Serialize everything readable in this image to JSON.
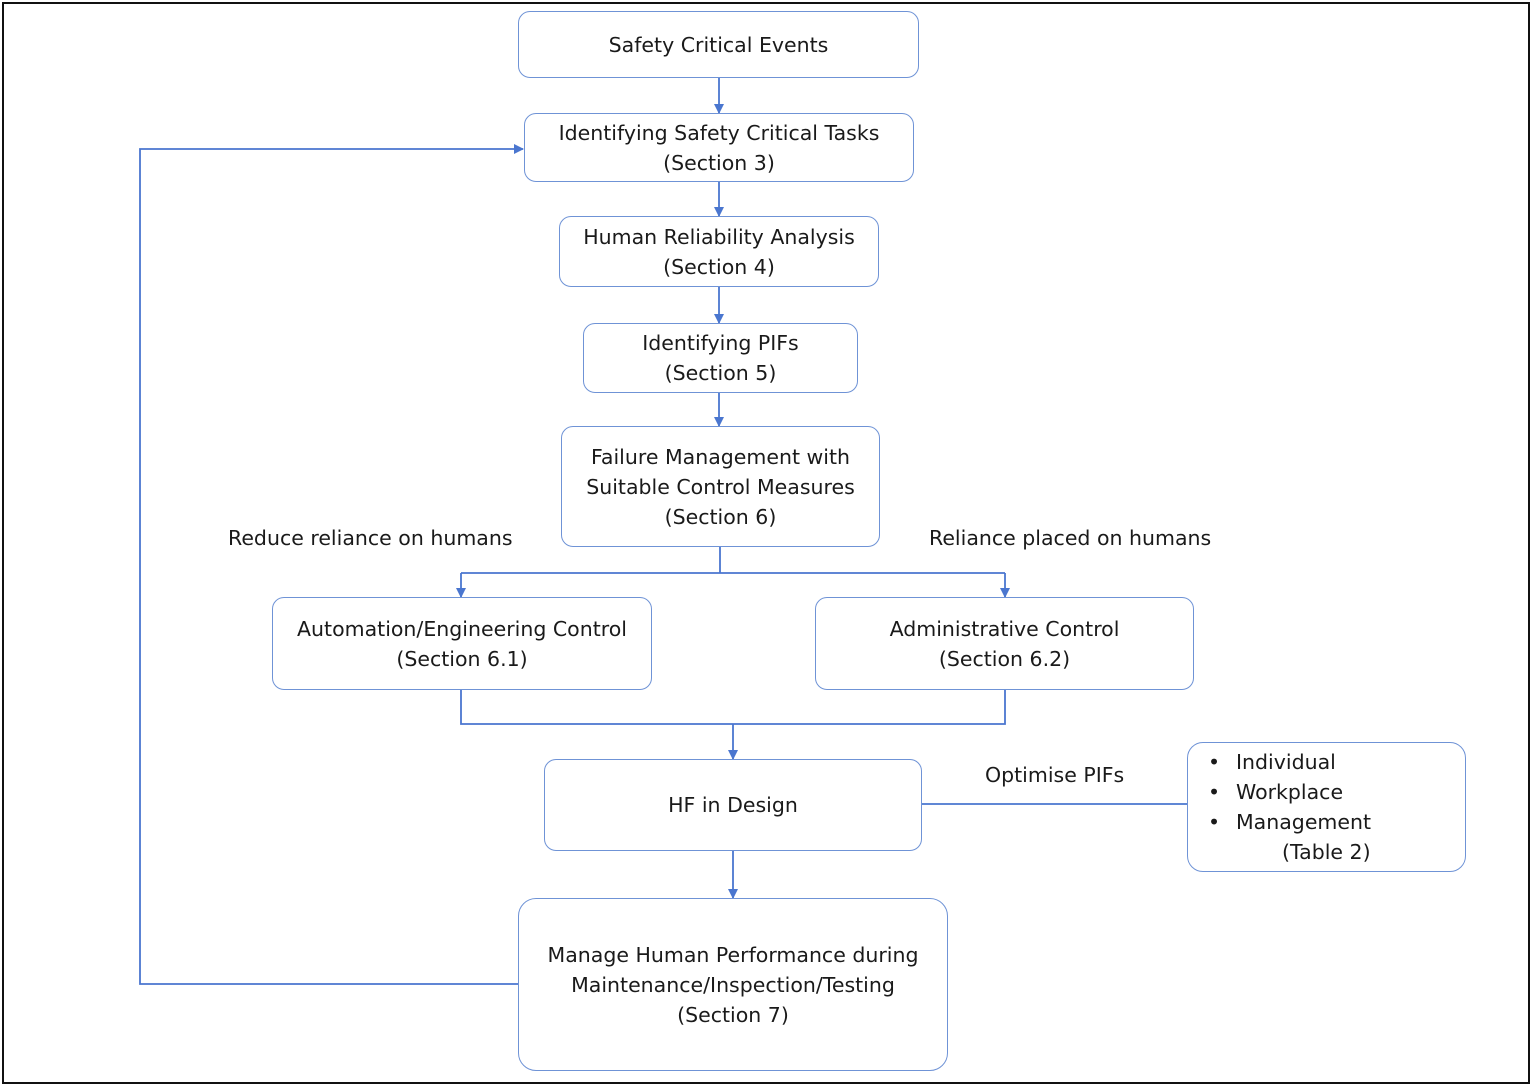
{
  "boxes": {
    "safety_critical_events": {
      "line1": "Safety Critical Events"
    },
    "identifying_tasks": {
      "line1": "Identifying Safety Critical Tasks",
      "line2": "(Section 3)"
    },
    "human_reliability": {
      "line1": "Human Reliability Analysis",
      "line2": "(Section 4)"
    },
    "identifying_pifs": {
      "line1": "Identifying PIFs",
      "line2": "(Section 5)"
    },
    "failure_management": {
      "line1": "Failure Management with",
      "line2": "Suitable Control Measures",
      "line3": "(Section 6)"
    },
    "automation_control": {
      "line1": "Automation/Engineering Control",
      "line2": "(Section 6.1)"
    },
    "administrative_control": {
      "line1": "Administrative Control",
      "line2": "(Section 6.2)"
    },
    "hf_in_design": {
      "line1": "HF in Design"
    },
    "manage_performance": {
      "line1": "Manage Human Performance during",
      "line2": "Maintenance/Inspection/Testing",
      "line3": "(Section 7)"
    }
  },
  "labels": {
    "reduce_reliance": "Reduce reliance on humans",
    "reliance_placed": "Reliance placed on humans",
    "optimise_pifs": "Optimise PIFs"
  },
  "pif_list": {
    "bullet": "•",
    "items": [
      "Individual",
      "Workplace",
      "Management"
    ],
    "reference": "(Table 2)"
  },
  "colors": {
    "connector": "#4a76cf",
    "box_border": "#6f93d6",
    "frame": "#111111"
  }
}
